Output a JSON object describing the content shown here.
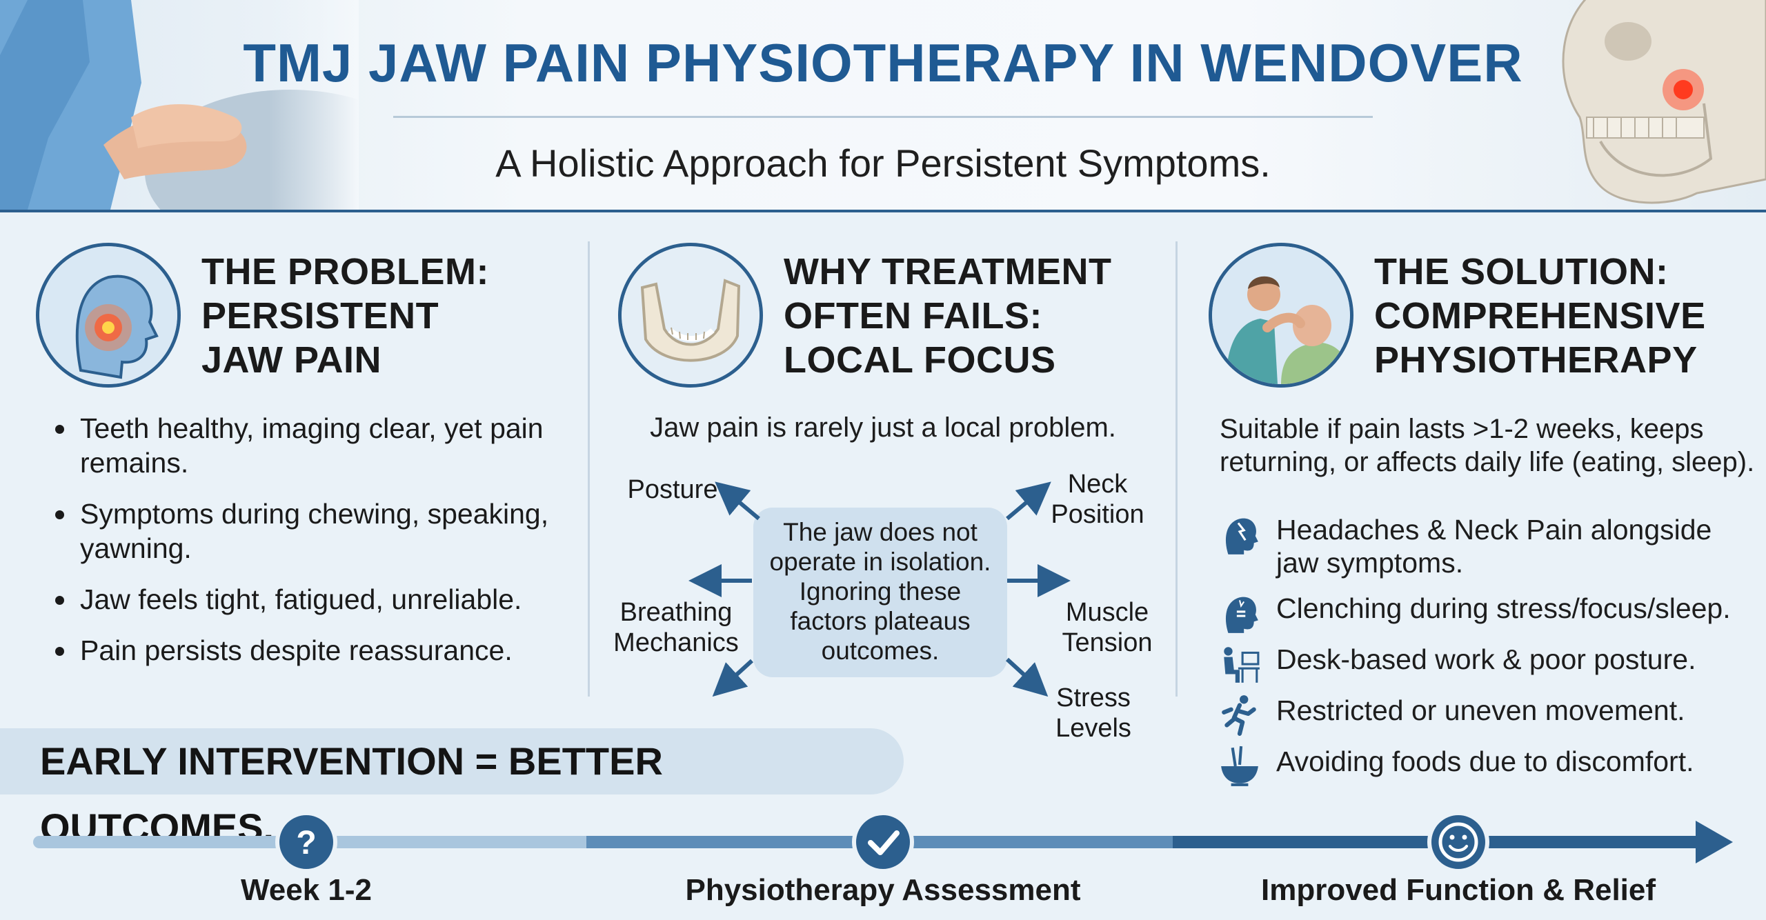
{
  "header": {
    "title": "TMJ JAW PAIN PHYSIOTHERAPY IN WENDOVER",
    "subtitle": "A Holistic Approach for Persistent Symptoms."
  },
  "problem": {
    "icon": "head-pain-icon",
    "heading": [
      "THE PROBLEM:",
      "PERSISTENT",
      "JAW PAIN"
    ],
    "bullets": [
      "Teeth healthy, imaging clear, yet pain remains.",
      "Symptoms during chewing, speaking, yawning.",
      "Jaw feels tight, fatigued, unreliable.",
      "Pain persists despite reassurance."
    ]
  },
  "why": {
    "icon": "jawbone-icon",
    "heading": [
      "WHY TREATMENT",
      "OFTEN FAILS:",
      "LOCAL FOCUS"
    ],
    "intro": "Jaw pain is rarely just a local problem.",
    "centre": "The jaw does not operate in isolation. Ignoring these factors plateaus outcomes.",
    "factors": {
      "posture": "Posture",
      "neck": "Neck Position",
      "breathing": "Breathing Mechanics",
      "muscle": "Muscle Tension",
      "stress": "Stress Levels"
    }
  },
  "solution": {
    "icon": "physio-treatment-icon",
    "heading": [
      "THE SOLUTION:",
      "COMPREHENSIVE",
      "PHYSIOTHERAPY"
    ],
    "intro": "Suitable if pain lasts >1-2 weeks, keeps returning, or affects daily life (eating, sleep).",
    "items": [
      {
        "icon": "headache-icon",
        "text": "Headaches & Neck Pain alongside jaw symptoms."
      },
      {
        "icon": "clenching-icon",
        "text": "Clenching during stress/focus/sleep."
      },
      {
        "icon": "desk-work-icon",
        "text": "Desk-based work & poor posture."
      },
      {
        "icon": "running-figure-icon",
        "text": "Restricted or uneven movement."
      },
      {
        "icon": "food-bowl-icon",
        "text": "Avoiding foods due to discomfort."
      }
    ]
  },
  "banner": "EARLY INTERVENTION = BETTER OUTCOMES.",
  "timeline": {
    "steps": [
      {
        "icon": "question-icon",
        "label": "Week 1-2"
      },
      {
        "icon": "check-icon",
        "label": "Physiotherapy Assessment"
      },
      {
        "icon": "smiley-icon",
        "label": "Improved Function & Relief"
      }
    ]
  },
  "colors": {
    "primary": "#1f5a93",
    "accent": "#2c5f8e",
    "panel": "#cfe0ee",
    "pain": "#e8472e"
  }
}
